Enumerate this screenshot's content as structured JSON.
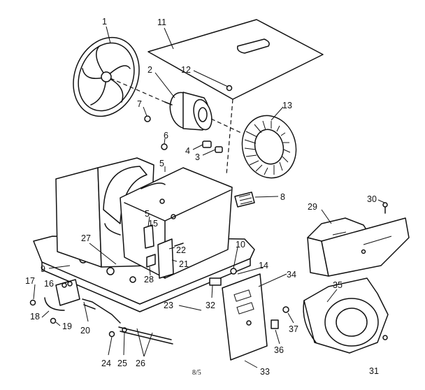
{
  "callouts": {
    "c1": "1",
    "c2": "2",
    "c3": "3",
    "c4": "4",
    "c5a": "5",
    "c5b": "5",
    "c6": "6",
    "c7": "7",
    "c8": "8",
    "c9": "9",
    "c10": "10",
    "c11": "11",
    "c12": "12",
    "c13": "13",
    "c14": "14",
    "c15": "15",
    "c16": "16",
    "c17": "17",
    "c18": "18",
    "c19": "19",
    "c20": "20",
    "c21": "21",
    "c22": "22",
    "c23": "23",
    "c24": "24",
    "c25": "25",
    "c26": "26",
    "c27": "27",
    "c28": "28",
    "c29": "29",
    "c30": "30",
    "c31": "31",
    "c32": "32",
    "c33": "33",
    "c34": "34",
    "c35": "35",
    "c36": "36",
    "c37": "37"
  },
  "footer": {
    "page": "8/5"
  }
}
